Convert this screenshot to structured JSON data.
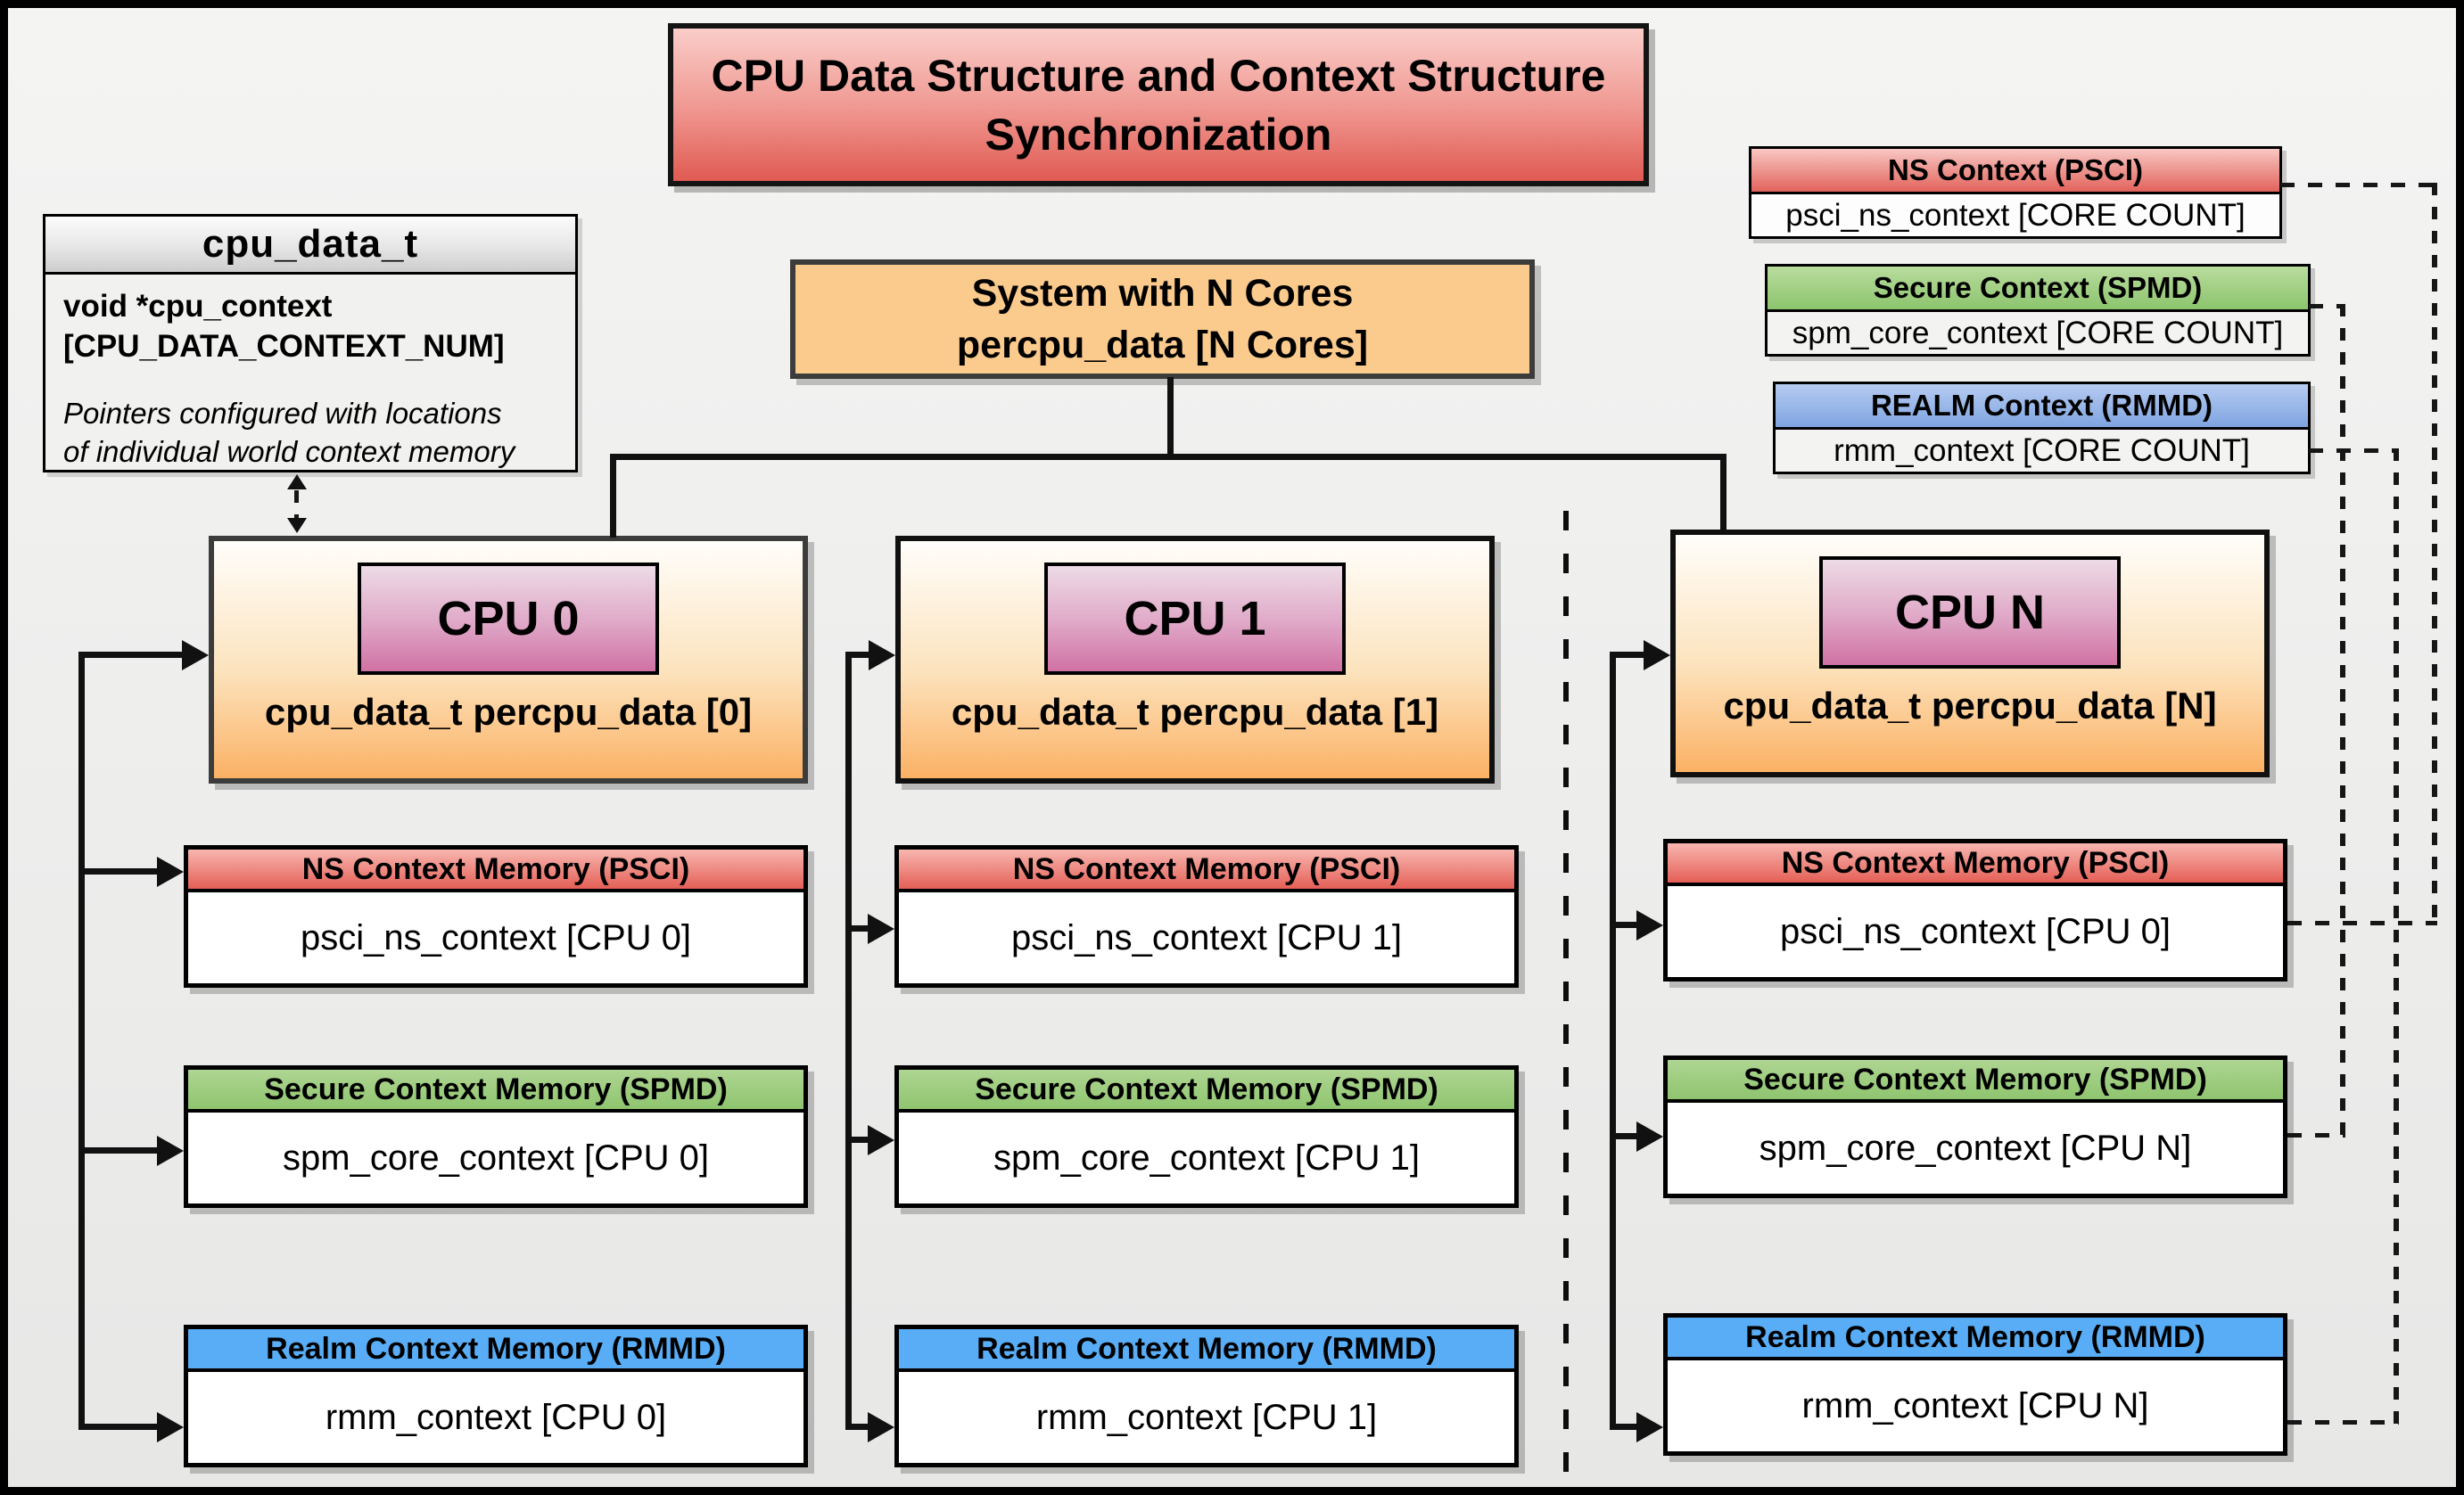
{
  "title": {
    "line1": "CPU Data Structure and Context Structure",
    "line2": "Synchronization"
  },
  "cpu_data_t": {
    "header": "cpu_data_t",
    "field_line1": "void *cpu_context",
    "field_line2": "[CPU_DATA_CONTEXT_NUM]",
    "note_line1": "Pointers configured with locations",
    "note_line2": "of individual world context memory"
  },
  "system": {
    "line1": "System with N Cores",
    "line2": "percpu_data [N Cores]"
  },
  "legend": {
    "ns": {
      "header": "NS Context  (PSCI)",
      "body": "psci_ns_context [CORE COUNT]",
      "color": "#e8746c"
    },
    "spmd": {
      "header": "Secure Context (SPMD)",
      "body": "spm_core_context [CORE COUNT]",
      "color": "#9ccd7d"
    },
    "rmmd": {
      "header": "REALM Context (RMMD)",
      "body": "rmm_context [CORE COUNT]",
      "color": "#8fb1e8"
    }
  },
  "columns": [
    {
      "cpu_label": "CPU 0",
      "data_label": "cpu_data_t percpu_data [0]",
      "ns": {
        "header": "NS Context Memory (PSCI)",
        "body": "psci_ns_context [CPU 0]"
      },
      "spmd": {
        "header": "Secure Context Memory (SPMD)",
        "body": "spm_core_context [CPU 0]"
      },
      "rmmd": {
        "header": "Realm Context Memory (RMMD)",
        "body": "rmm_context [CPU 0]"
      }
    },
    {
      "cpu_label": "CPU 1",
      "data_label": "cpu_data_t percpu_data [1]",
      "ns": {
        "header": "NS Context Memory (PSCI)",
        "body": "psci_ns_context [CPU 1]"
      },
      "spmd": {
        "header": "Secure Context Memory (SPMD)",
        "body": "spm_core_context [CPU 1]"
      },
      "rmmd": {
        "header": "Realm Context Memory (RMMD)",
        "body": "rmm_context [CPU 1]"
      }
    },
    {
      "cpu_label": "CPU N",
      "data_label": "cpu_data_t percpu_data [N]",
      "ns": {
        "header": "NS Context Memory (PSCI)",
        "body": "psci_ns_context [CPU 0]"
      },
      "spmd": {
        "header": "Secure Context Memory (SPMD)",
        "body": "spm_core_context [CPU N]"
      },
      "rmmd": {
        "header": "Realm Context Memory (RMMD)",
        "body": "rmm_context [CPU N]"
      }
    }
  ],
  "colors": {
    "title_fill": "#e4635b",
    "system_fill": "#fbca8d",
    "cpu_fill": "#fbb164",
    "cpu_chip": "#d276a6",
    "ns_red": "#e8746c",
    "secure_green": "#9ccd7d",
    "realm_blue": "#58adf6",
    "realm_legend_blue": "#8fb1e8",
    "canvas_bg": "#efefee",
    "line": "#111111"
  }
}
